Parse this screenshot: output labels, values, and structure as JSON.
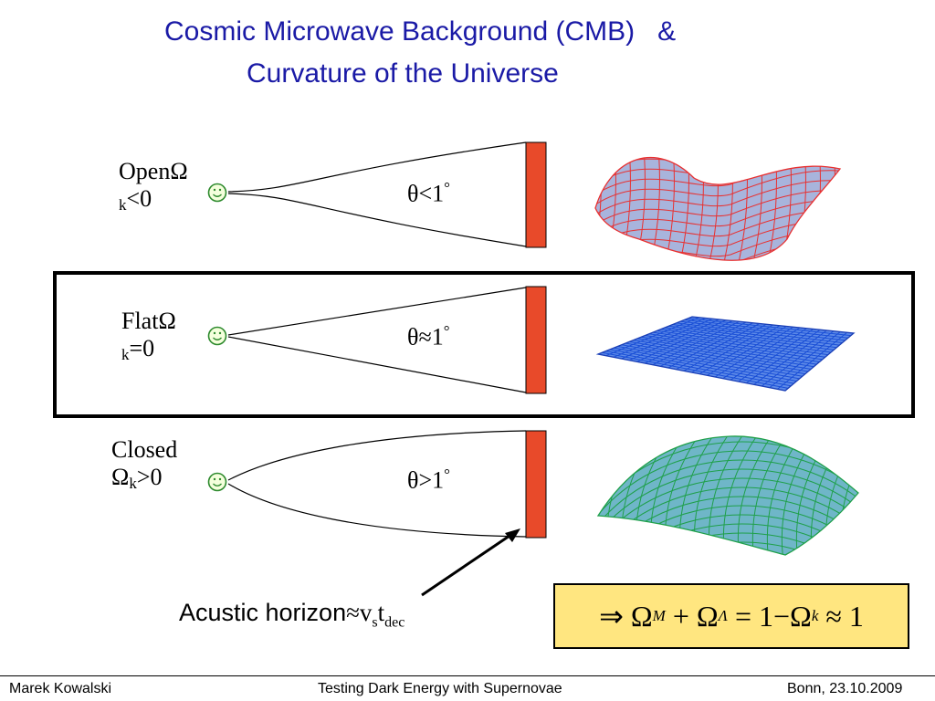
{
  "title": {
    "line1": "Cosmic Microwave Background (CMB)   &",
    "line2": "Curvature of the Universe"
  },
  "rows": [
    {
      "name": "Open",
      "omega": "Ω",
      "sub": "k",
      "relation": "<0",
      "angle_text": "θ<1",
      "degree": "°",
      "surface_color": "#e83030",
      "surface_fill": "#a8b4dc"
    },
    {
      "name": "Flat",
      "omega": "Ω",
      "sub": "k",
      "relation": "=0",
      "angle_text": "θ≈1",
      "degree": "°",
      "surface_color": "#1a4fd6",
      "surface_fill": "#5d8ae8"
    },
    {
      "name": "Closed",
      "omega": "Ω",
      "sub": "k",
      "relation": ">0",
      "angle_text": "θ>1",
      "degree": "°",
      "surface_color": "#1fa04a",
      "surface_fill": "#6fb6c8"
    }
  ],
  "observer_icon": "smiley-face-icon",
  "screen_color": "#e84a2a",
  "acoustic": {
    "label": "Acustic horizon",
    "approx": "≈",
    "v": "v",
    "v_sub": "s",
    "t": "t",
    "t_sub": "dec"
  },
  "formula": {
    "implies": "⇒",
    "omega": "Ω",
    "sub_m": "M",
    "plus": "+",
    "sub_lambda": "Λ",
    "equals": "=",
    "one": "1",
    "minus": "−",
    "sub_k": "k",
    "approx": "≈",
    "result": "1",
    "box_color": "#ffe680"
  },
  "footer": {
    "author": "Marek Kowalski",
    "talk": "Testing Dark Energy with Supernovae",
    "place_date": "Bonn, 23.10.2009"
  }
}
